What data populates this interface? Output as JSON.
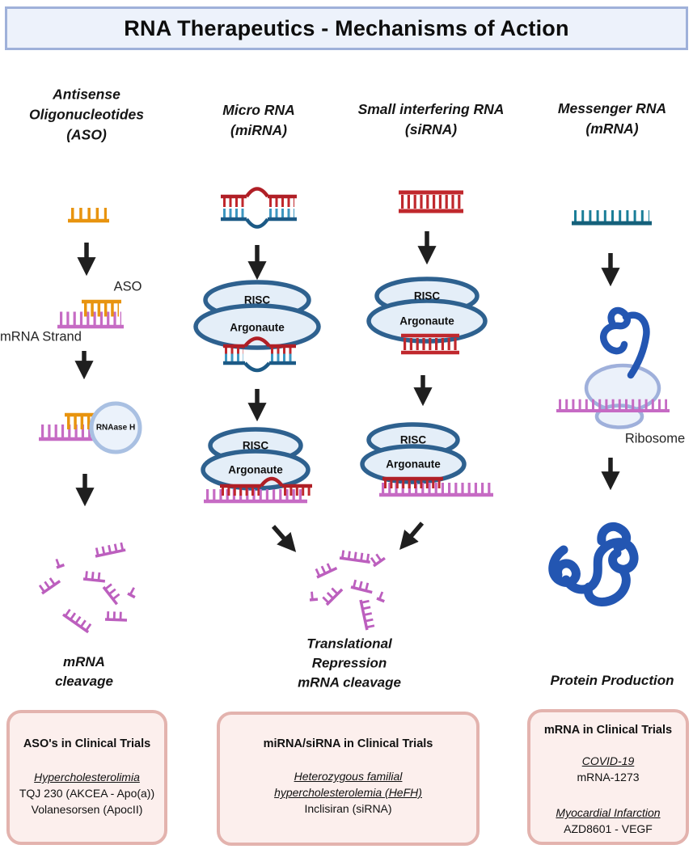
{
  "title": "RNA Therapeutics - Mechanisms of Action",
  "columns": [
    {
      "id": "aso",
      "header": "Antisense\nOligonucleotides\n(ASO)",
      "caption": "mRNA\ncleavage"
    },
    {
      "id": "mirna",
      "header": "Micro RNA\n(miRNA)"
    },
    {
      "id": "sirna",
      "header": "Small interfering RNA\n(siRNA)"
    },
    {
      "id": "mrna",
      "header": "Messenger RNA\n(mRNA)",
      "caption": "Protein Production"
    }
  ],
  "center_caption": "Translational\nRepression\nmRNA cleavage",
  "labels": {
    "aso": "ASO",
    "mrna_strand": "mRNA Strand",
    "rnaase_h": "RNAase H",
    "risc": "RISC",
    "argonaute": "Argonaute",
    "ribosome": "Ribosome"
  },
  "boxes": [
    {
      "title": "ASO's  in Clinical Trials",
      "sections": [
        {
          "disease": "Hypercholesterolimia",
          "drugs": [
            "TQJ 230 (AKCEA - Apo(a))",
            "Volanesorsen (ApocII)"
          ]
        }
      ]
    },
    {
      "title": "miRNA/siRNA  in Clinical Trials",
      "sections": [
        {
          "disease": "Heterozygous familial\nhypercholesterolemia (HeFH)",
          "drugs": [
            "Inclisiran (siRNA)"
          ]
        }
      ]
    },
    {
      "title": "mRNA in Clinical Trials",
      "sections": [
        {
          "disease": "COVID-19",
          "drugs": [
            "mRNA-1273"
          ]
        },
        {
          "disease": "Myocardial Infarction",
          "drugs": [
            "AZD8601 - VEGF"
          ]
        }
      ]
    }
  ],
  "colors": {
    "orange": "#E8940F",
    "purple": "#C66BC4",
    "fragment": "#BC5FBE",
    "red": "#C0282D",
    "red-dark": "#B01F26",
    "blue-strand": "#1C5A86",
    "blue-teeth": "#3C96C0",
    "teal": "#14607A",
    "teal-teeth": "#1B7E98",
    "complex-stroke": "#2E618F",
    "complex-fill": "#E4EEF8",
    "ribosome-stroke": "#9FB0DB",
    "ribosome-fill": "#EBF1FA",
    "enzyme-stroke": "#A9C0E2",
    "enzyme-fill": "#EBF2FB",
    "protein": "#2356B2",
    "arrow": "#1F1F1F",
    "box-bg": "#FCEFED",
    "box-border": "#E3B3AE",
    "title-bg": "#EDF2FB",
    "title-border": "#9FB1DA"
  }
}
